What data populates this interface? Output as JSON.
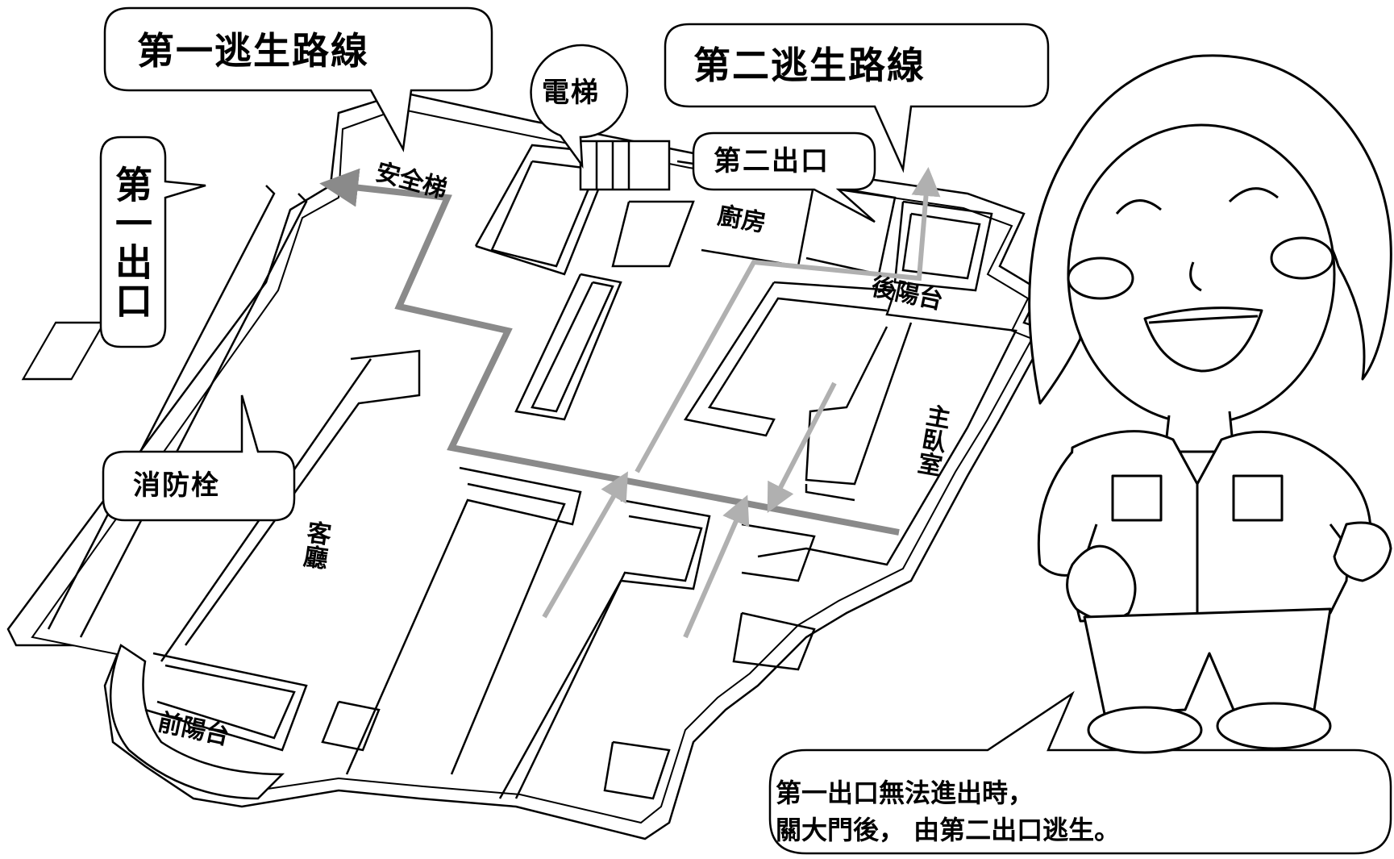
{
  "callouts": {
    "route_one": "第一逃生路線",
    "route_two": "第二逃生路線",
    "elevator": "電梯",
    "exit_one": "第一出口",
    "exit_two": "第二出口",
    "hydrant": "消防栓",
    "escape_note_line1": "第一出口無法進出時，",
    "escape_note_line2": "關大門後， 由第二出口逃生。"
  },
  "rooms": {
    "stairs": "安全梯",
    "kitchen": "廚房",
    "back_balcony": "後陽台",
    "master_bedroom": "主臥室",
    "living_room": "客廳",
    "front_balcony": "前陽台"
  },
  "arrows": {
    "route_one_color": "#8a8a8a",
    "route_two_color": "#b0b0b0"
  },
  "icons": {
    "guide_character": "firefighter-guide-illustration"
  }
}
